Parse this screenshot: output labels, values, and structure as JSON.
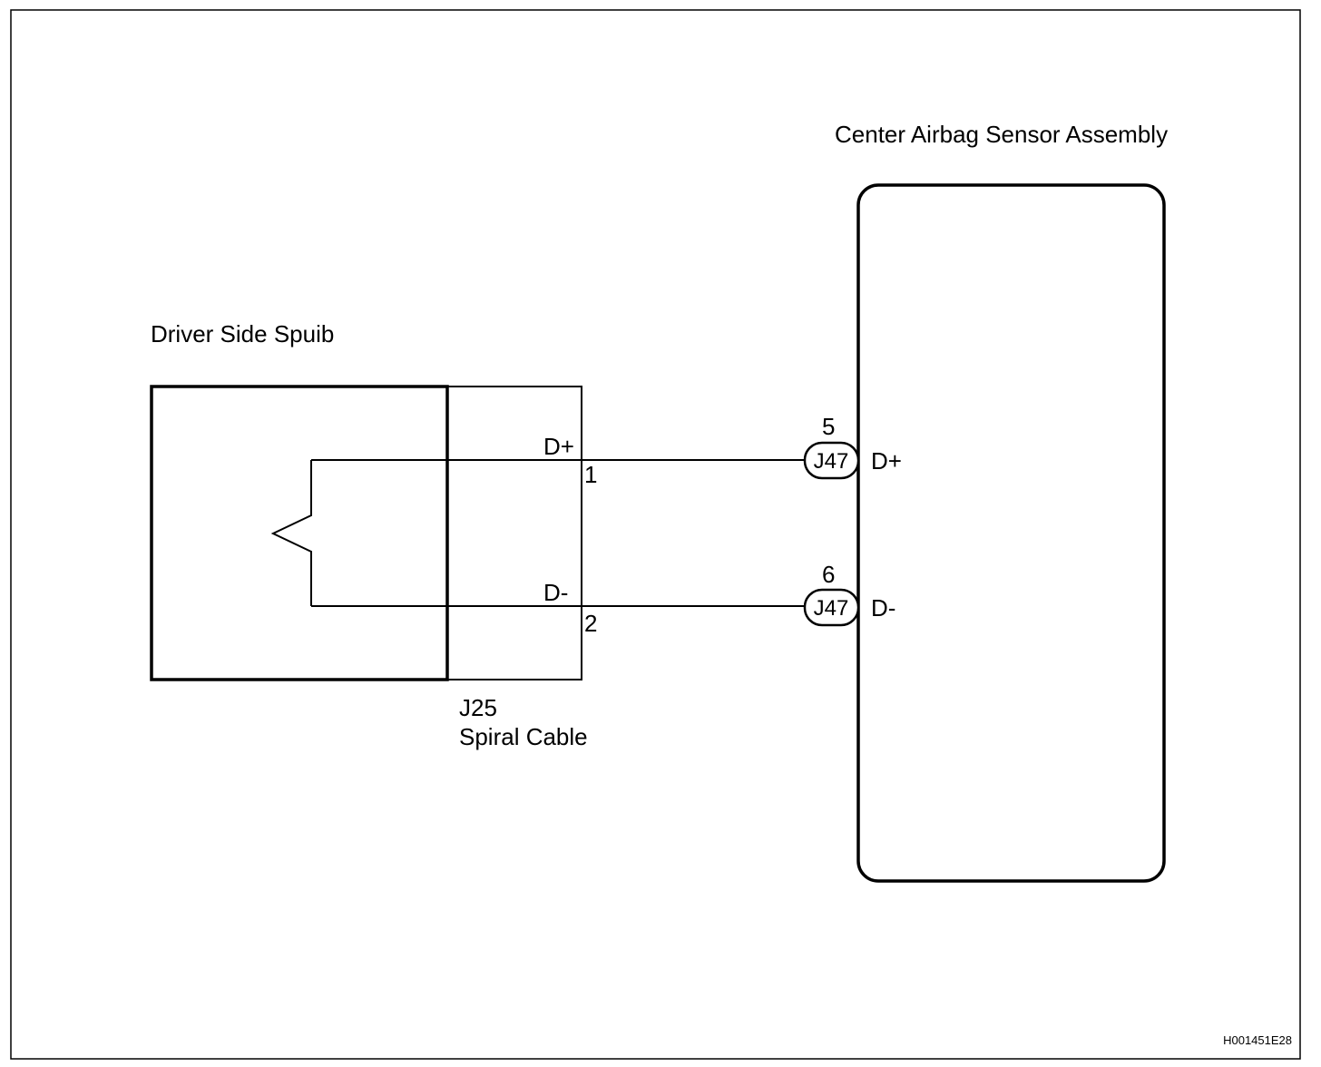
{
  "diagram": {
    "reference_code": "H001451E28",
    "components": {
      "airbag_sensor": {
        "label": "Center Airbag Sensor Assembly"
      },
      "squib": {
        "label": "Driver Side Spuib"
      },
      "spiral_cable": {
        "connector": "J25",
        "label": "Spiral Cable"
      }
    },
    "circuits": [
      {
        "name": "D+",
        "spiral_pin": "1",
        "spiral_terminal": "D+",
        "ecu_pin": "5",
        "ecu_connector": "J47",
        "ecu_terminal": "D+"
      },
      {
        "name": "D-",
        "spiral_pin": "2",
        "spiral_terminal": "D-",
        "ecu_pin": "6",
        "ecu_connector": "J47",
        "ecu_terminal": "D-"
      }
    ]
  }
}
